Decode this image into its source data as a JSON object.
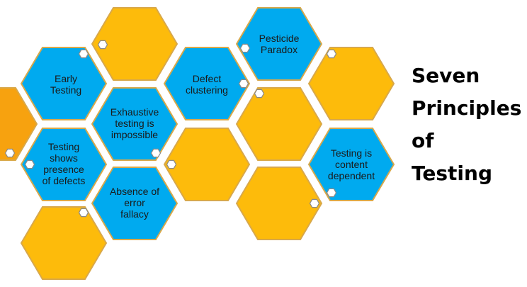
{
  "colors": {
    "blue": "#00aaef",
    "gold": "#fdbb0b",
    "orange": "#f7a20f",
    "outline": "#d8a84a",
    "knob_fill": "#ffffff",
    "knob_stroke": "#8a8a8a"
  },
  "title": {
    "line1": "Seven",
    "line2": "Principles",
    "line3": "of",
    "line4": "Testing"
  },
  "principles": [
    {
      "name": "early-testing",
      "lines": [
        "Early",
        "Testing"
      ]
    },
    {
      "name": "exhaustive-testing",
      "lines": [
        "Exhaustive",
        "testing is",
        "impossible"
      ]
    },
    {
      "name": "testing-shows-defects",
      "lines": [
        "Testing",
        "shows",
        "presence",
        "of defects"
      ]
    },
    {
      "name": "absence-of-error",
      "lines": [
        "Absence of",
        "error",
        "fallacy"
      ]
    },
    {
      "name": "defect-clustering",
      "lines": [
        "Defect",
        "clustering"
      ]
    },
    {
      "name": "pesticide-paradox",
      "lines": [
        "Pesticide",
        "Paradox"
      ]
    },
    {
      "name": "context-dependent",
      "lines": [
        "Testing is",
        "content",
        "dependent"
      ]
    }
  ]
}
